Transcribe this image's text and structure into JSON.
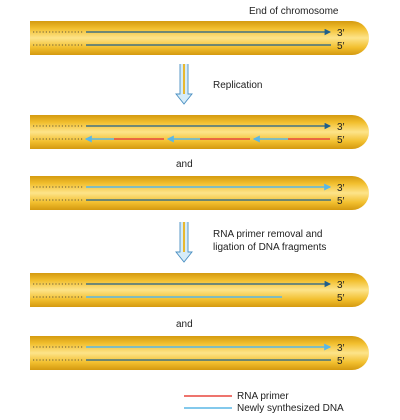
{
  "title": "End of chromosome",
  "steps": {
    "replication": "Replication",
    "removal_line1": "RNA primer removal and",
    "removal_line2": "ligation of DNA fragments",
    "and_1": "and",
    "and_2": "and"
  },
  "end_labels": {
    "three_prime": "3′",
    "five_prime": "5′"
  },
  "legend": {
    "rna_primer": "RNA primer",
    "new_dna": "Newly synthesized DNA"
  },
  "colors": {
    "chromosome": "#f2bf2e",
    "chromosome_highlight": "#fde48a",
    "chromosome_shadow": "#d49a10",
    "parental_strand": "#1f5f8b",
    "new_strand": "#5ab7e6",
    "rna_primer": "#e8473d",
    "dotted": "#333333",
    "step_arrow": "#d6ecf8",
    "step_arrow_stroke": "#4a8fc2"
  }
}
